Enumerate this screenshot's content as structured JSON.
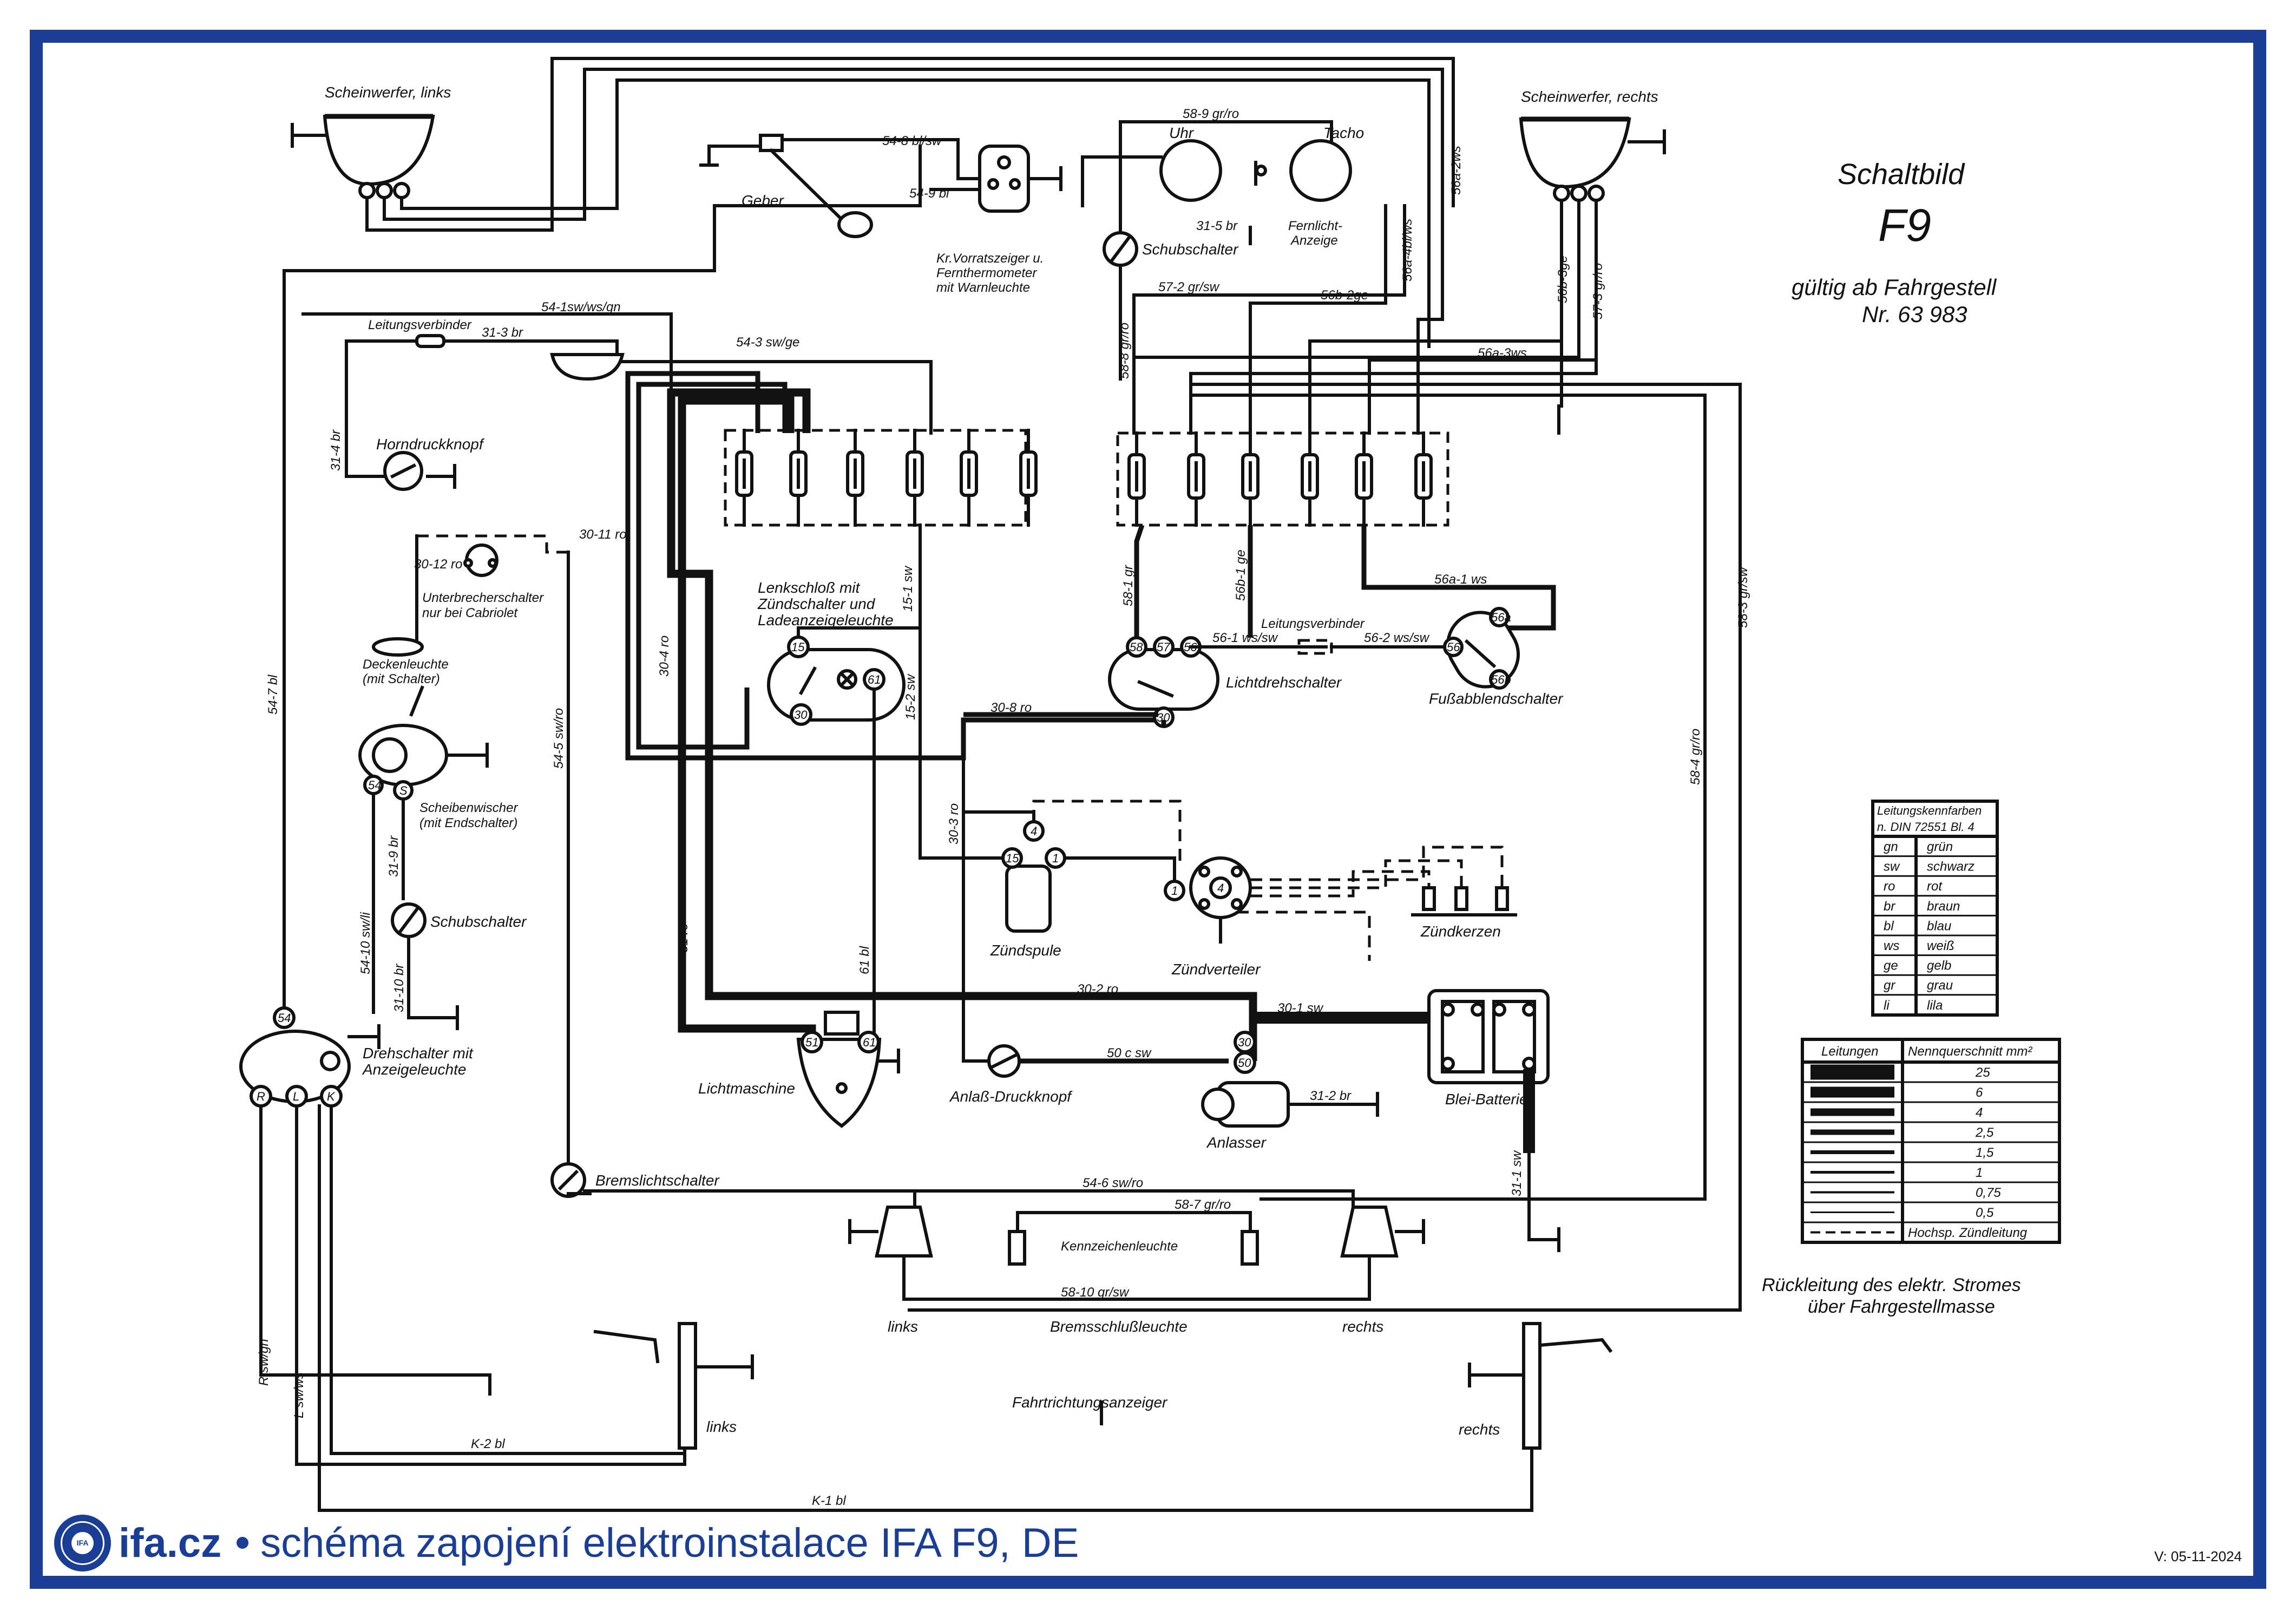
{
  "title": {
    "line1": "Schaltbild",
    "line2": "F9",
    "line3": "gültig ab Fahrgestell",
    "line4": "Nr. 63 983"
  },
  "components": {
    "scheinwerfer_links": "Scheinwerfer, links",
    "scheinwerfer_rechts": "Scheinwerfer, rechts",
    "geber": "Geber",
    "kr_vorratszeiger_1": "Kr.Vorratszeiger u.",
    "kr_vorratszeiger_2": "Fernthermometer",
    "kr_vorratszeiger_3": "mit Warnleuchte",
    "uhr": "Uhr",
    "tacho": "Tacho",
    "fernlicht_1": "Fernlicht-",
    "fernlicht_2": "Anzeige",
    "schubschalter_top": "Schubschalter",
    "leitungsverbinder_1": "Leitungsverbinder",
    "horndruckknopf": "Horndruckknopf",
    "unterbrecher_1": "Unterbrecherschalter",
    "unterbrecher_2": "nur bei Cabriolet",
    "deckenleuchte_1": "Deckenleuchte",
    "deckenleuchte_2": "(mit Schalter)",
    "scheibenwischer_1": "Scheibenwischer",
    "scheibenwischer_2": "(mit Endschalter)",
    "schubschalter_left": "Schubschalter",
    "drehschalter_1": "Drehschalter mit",
    "drehschalter_2": "Anzeigeleuchte",
    "lenkschloss_1": "Lenkschloß mit",
    "lenkschloss_2": "Zündschalter und",
    "lenkschloss_3": "Ladeanzeigeleuchte",
    "lichtdrehschalter": "Lichtdrehschalter",
    "leitungsverbinder_2": "Leitungsverbinder",
    "fussabblendschalter": "Fußabblendschalter",
    "zuendspule": "Zündspule",
    "zuendverteiler": "Zündverteiler",
    "zuendkerzen": "Zündkerzen",
    "lichtmaschine": "Lichtmaschine",
    "anlass_druckknopf": "Anlaß-Druckknopf",
    "anlasser": "Anlasser",
    "blei_batterie": "Blei-Batterie",
    "bremslichtschalter": "Bremslichtschalter",
    "kennzeichenleuchte": "Kennzeichenleuchte",
    "links_lamp": "links",
    "bremsschlussleuchte": "Bremsschlußleuchte",
    "rechts_lamp": "rechts",
    "fahrtrichtungsanzeiger": "Fahrtrichtungsanzeiger",
    "links_indicator": "links",
    "rechts_indicator": "rechts",
    "rueckleitung_1": "Rückleitung des elektr. Stromes",
    "rueckleitung_2": "über Fahrgestellmasse"
  },
  "wires": {
    "w1": "54-8 bl/sw",
    "w2": "54-9 bl",
    "w3": "58-9 gr/ro",
    "w4": "56a-2ws",
    "w5": "31-5 br",
    "w6": "56a-4bl/ws",
    "w7": "57-2 gr/sw",
    "w8": "56b-2ge",
    "w9": "58-8 gr/ro",
    "w10": "56b-3ge",
    "w11": "57-3 gr/ro",
    "w12": "56a-3ws",
    "w13": "54-1sw/ws/gn",
    "w14": "31-3 br",
    "w15": "54-3 sw/ge",
    "w16": "31-4 br",
    "w17": "30-11 ro",
    "w18": "30-12 ro",
    "w19": "54-7 bl",
    "w20": "30-4 ro",
    "w21": "15-1 sw",
    "w22": "15-2 sw",
    "w23": "58-1 gr",
    "w24": "56b-1 ge",
    "w25": "56a-1 ws",
    "w26": "56-1 ws/sw",
    "w27": "56-2 ws/sw",
    "w28": "58-3 gr/sw",
    "w29": "30-8 ro",
    "w30": "54-5 sw/ro",
    "w31": "58-4 gr/ro",
    "w32": "30-3 ro",
    "w33": "51 ro",
    "w34": "61 bl",
    "w35": "54-10 sw/li",
    "w36": "31-9 br",
    "w37": "31-10 br",
    "w38": "30-2 ro",
    "w39": "30-1 sw",
    "w40": "50 c sw",
    "w41": "31-2 br",
    "w42": "31-1 sw",
    "w43": "54-6 sw/ro",
    "w44": "58-7 gr/ro",
    "w45": "58-10 gr/sw",
    "w46": "R sw/gn",
    "w47": "L sw/ws",
    "w48": "K-2 bl",
    "w49": "K-1 bl"
  },
  "terminals": {
    "t57": "57",
    "t56a": "56a",
    "t56b": "56b",
    "t15": "15",
    "t30": "30",
    "t61": "61",
    "t58": "58",
    "t56": "56",
    "t4": "4",
    "t1": "1",
    "t51": "51",
    "t50": "50",
    "t54": "54",
    "tS": "S",
    "tR": "R",
    "tL": "L",
    "tK": "K"
  },
  "color_table": {
    "header_1": "Leitungskennfarben",
    "header_2": "n. DIN 72551 Bl. 4",
    "rows": [
      {
        "code": "gn",
        "name": "grün"
      },
      {
        "code": "sw",
        "name": "schwarz"
      },
      {
        "code": "ro",
        "name": "rot"
      },
      {
        "code": "br",
        "name": "braun"
      },
      {
        "code": "bl",
        "name": "blau"
      },
      {
        "code": "ws",
        "name": "weiß"
      },
      {
        "code": "ge",
        "name": "gelb"
      },
      {
        "code": "gr",
        "name": "grau"
      },
      {
        "code": "li",
        "name": "lila"
      }
    ]
  },
  "section_table": {
    "col1": "Leitungen",
    "col2": "Nennquerschnitt mm²",
    "rows": [
      "25",
      "6",
      "4",
      "2,5",
      "1,5",
      "1",
      "0,75",
      "0,5",
      "Hochsp. Zündleitung"
    ]
  },
  "footer": {
    "brand": "ifa.cz",
    "caption": "schéma zapojení elektroinstalace IFA F9, DE",
    "version": "V: 05-11-2024",
    "logo_text": "IFA"
  },
  "colors": {
    "frame": "#1a3d96",
    "ink": "#111111"
  }
}
